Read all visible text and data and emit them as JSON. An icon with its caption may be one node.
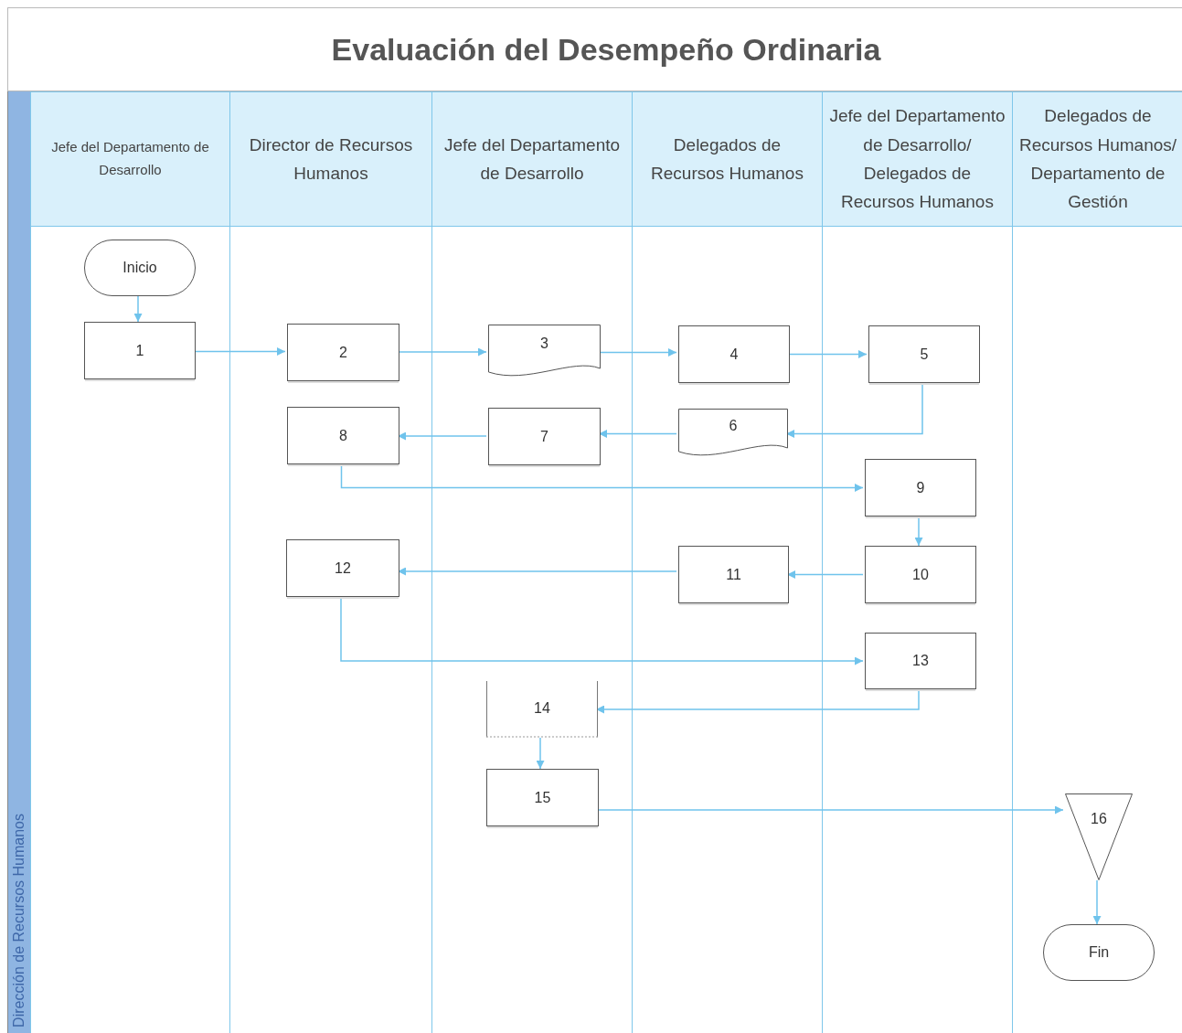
{
  "diagram": {
    "title": "Evaluación del Desempeño Ordinaria",
    "nodes": [
      {
        "text": [
          "Dirección de Recursos Humanos"
        ]
      },
      {
        "text": [
          "Jefe del Departamento de Desarrollo"
        ],
        "in": 0
      },
      {
        "text": [
          "Director de Recursos Humanos"
        ],
        "in": 0
      },
      {
        "text": [
          "Jefe del Departamento de Desarrollo"
        ],
        "in": 0
      },
      {
        "text": [
          "Delegados de Recursos Humanos"
        ],
        "in": 0
      },
      {
        "text": [
          "Jefe del Departamento de Desarrollo/ Delegados de Recursos Humanos"
        ],
        "in": 0
      },
      {
        "text": [
          "Delegados de Recursos Humanos/ Departamento de Gestión"
        ],
        "in": 0
      },
      {
        "text": [
          "Inicio"
        ],
        "in": 1
      },
      {
        "text": [
          "1"
        ],
        "in": 1
      },
      {
        "text": [
          "2"
        ],
        "in": 2
      },
      {
        "text": [
          "3"
        ],
        "in": 3
      },
      {
        "text": [
          "4"
        ],
        "in": 4
      },
      {
        "text": [
          "5"
        ],
        "in": 5
      },
      {
        "text": [
          "6"
        ],
        "in": 4
      },
      {
        "text": [
          "7"
        ],
        "in": 3
      },
      {
        "text": [
          "8"
        ],
        "in": 2
      },
      {
        "text": [
          "9"
        ],
        "in": 5
      },
      {
        "text": [
          "10"
        ],
        "in": 5
      },
      {
        "text": [
          "11"
        ],
        "in": 4
      },
      {
        "text": [
          "12"
        ],
        "in": 2
      },
      {
        "text": [
          "13"
        ],
        "in": 5
      },
      {
        "text": [
          "14"
        ],
        "in": 3
      },
      {
        "text": [
          "15"
        ],
        "in": 3
      },
      {
        "text": [
          "16"
        ],
        "in": 6
      },
      {
        "text": [
          "Fin"
        ],
        "in": 6
      }
    ],
    "edges": [
      {
        "from": 7,
        "to": 8,
        "arrow": "to"
      },
      {
        "from": 8,
        "to": 9,
        "arrow": "to"
      },
      {
        "from": 9,
        "to": 10,
        "arrow": "to"
      },
      {
        "from": 10,
        "to": 11,
        "arrow": "to"
      },
      {
        "from": 11,
        "to": 12,
        "arrow": "to"
      },
      {
        "from": 12,
        "to": 13,
        "arrow": "to"
      },
      {
        "from": 13,
        "to": 14,
        "arrow": "to"
      },
      {
        "from": 14,
        "to": 15,
        "arrow": "to"
      },
      {
        "from": 15,
        "to": 16,
        "arrow": "to"
      },
      {
        "from": 16,
        "to": 17,
        "arrow": "to"
      },
      {
        "from": 17,
        "to": 18,
        "arrow": "to"
      },
      {
        "from": 18,
        "to": 19,
        "arrow": "to"
      },
      {
        "from": 19,
        "to": 20,
        "arrow": "to"
      },
      {
        "from": 20,
        "to": 21,
        "arrow": "to"
      },
      {
        "from": 21,
        "to": 22,
        "arrow": "to"
      },
      {
        "from": 22,
        "to": 23,
        "arrow": "to"
      },
      {
        "from": 23,
        "to": 24,
        "arrow": "to"
      }
    ]
  }
}
